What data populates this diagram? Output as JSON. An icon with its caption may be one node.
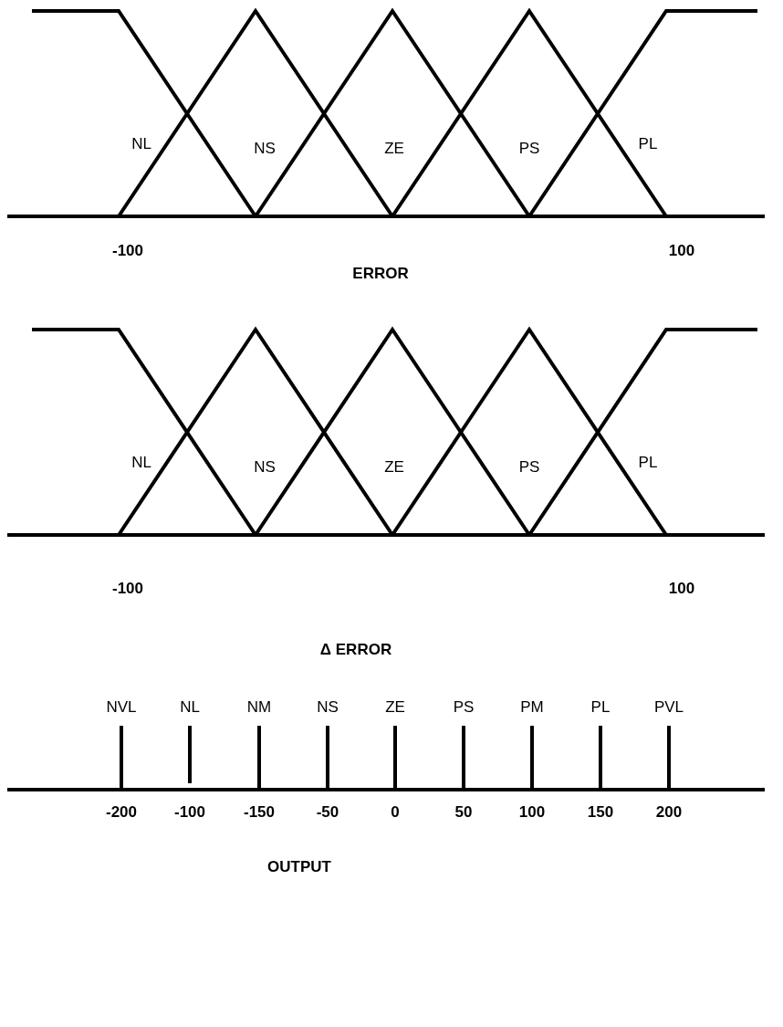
{
  "diagram": {
    "labels": [
      "NL",
      "NS",
      "ZE",
      "PS",
      "PL",
      "-100",
      "100",
      "ERROR",
      "NL",
      "NS",
      "ZE",
      "PS",
      "PL",
      "-100",
      "100",
      "Δ ERROR",
      "NVL",
      "NL",
      "NM",
      "NS",
      "ZE",
      "PS",
      "PM",
      "PL",
      "PVL",
      "-200",
      "-100",
      "-150",
      "-50",
      "0",
      "50",
      "100",
      "150",
      "200",
      "OUTPUT"
    ]
  }
}
